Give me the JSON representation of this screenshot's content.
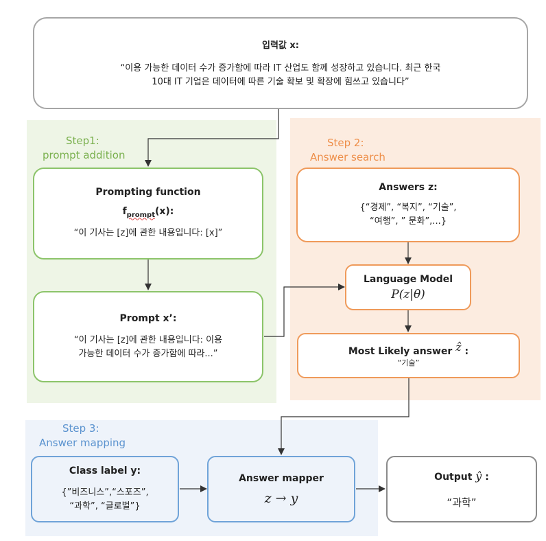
{
  "input": {
    "title": "입력값 x:",
    "line1": "“이용 가능한 데이터 수가 증가함에 따라 IT 산업도 함께 성장하고 있습니다. 최근 한국",
    "line2": "10대 IT 기업은 데이터에 따른 기술 확보 및 확장에 힘쓰고 있습니다”"
  },
  "step1": {
    "line1": "Step1:",
    "line2": "prompt addition",
    "color": "#8cc46a",
    "prompting_function": {
      "title": "Prompting function",
      "formula_main": "f",
      "formula_sub": "prompt",
      "formula_rest": "(x):",
      "template": "“이 기사는 [z]에 관한 내용입니다: [x]”"
    },
    "prompt": {
      "title": "Prompt x’:",
      "line1": "“이 기사는 [z]에 관한 내용입니다: 이용",
      "line2": "가능한 데이터 수가 증가함에 따라...”"
    }
  },
  "step2": {
    "line1": "Step 2:",
    "line2": "Answer search",
    "color": "#ef9a5a",
    "answers": {
      "title": "Answers z:",
      "line1": "{“경제”, “복지”, “기술”,",
      "line2": "“여행”, ” 문화”,...}"
    },
    "language_model": {
      "title": "Language Model",
      "formula": "P(z|θ)"
    },
    "most_likely": {
      "title": "Most Likely answer",
      "symbol": "ẑ",
      "colon": ":",
      "value": "“기술”"
    }
  },
  "step3": {
    "line1": "Step 3:",
    "line2": "Answer mapping",
    "color": "#6fa3d8",
    "class_label": {
      "title": "Class label y:",
      "line1": "{”비즈니스”,“스포즈”,",
      "line2": "“과학”, “글로벌”}"
    },
    "answer_mapper": {
      "title": "Answer mapper",
      "formula": "z → y"
    }
  },
  "output": {
    "title": "Output",
    "symbol": "ŷ",
    "colon": ":",
    "value": "“과학”"
  }
}
